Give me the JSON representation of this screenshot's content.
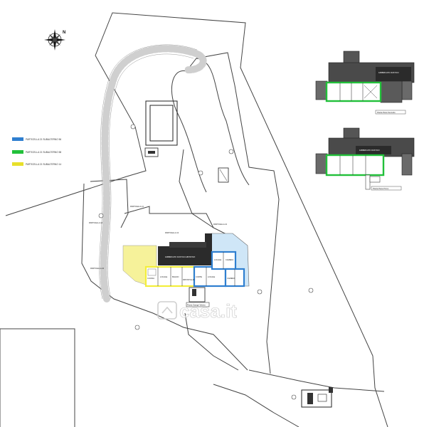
{
  "legend": [
    {
      "label": "PARTICELLA 21 SUBALTERNO 56",
      "color": "#2f7fd0"
    },
    {
      "label": "PARTICELLA 21 SUBALTERNO 58",
      "color": "#22c03a"
    },
    {
      "label": "PARTICELLA 21 SUBALTERNO 14",
      "color": "#e8e02a"
    }
  ],
  "colors": {
    "blue": "#2f7fd0",
    "green": "#22c03a",
    "yellow": "#f3ee3c",
    "dark": "#2b2b2b",
    "line": "#444444"
  },
  "plans": {
    "second_floor_label": "Pianta Piano Secondo",
    "first_floor_label": "Pianta Piano Primo",
    "upper_block_label_top": "FABBRICATO RUSTICO",
    "upper_block_label_mid": "FABBRICATO RUSTICO"
  },
  "site": {
    "main_building_label": "FABBRICATO RUSTICO ABITATIVO",
    "garage_label": "Pianta Garage Vetrina",
    "parcel_14": "PARTICELLA 14",
    "parcel_11": "PARTICELLA 11",
    "parcel_13": "PARTICELLA 13",
    "parcel_21": "PARTICELLA 21",
    "parcel_22": "PARTICELLA 22",
    "rooms": [
      "CUCINA",
      "LOCALE",
      "BAGNO",
      "RIPOSTIGLIO",
      "CORTE",
      "LOCALE",
      "LOCALE",
      "CAMERA",
      "CAMERA"
    ]
  },
  "watermark": {
    "brand": "casa.it"
  },
  "compass": {
    "north": "N",
    "icon": "compass-rose-icon"
  }
}
